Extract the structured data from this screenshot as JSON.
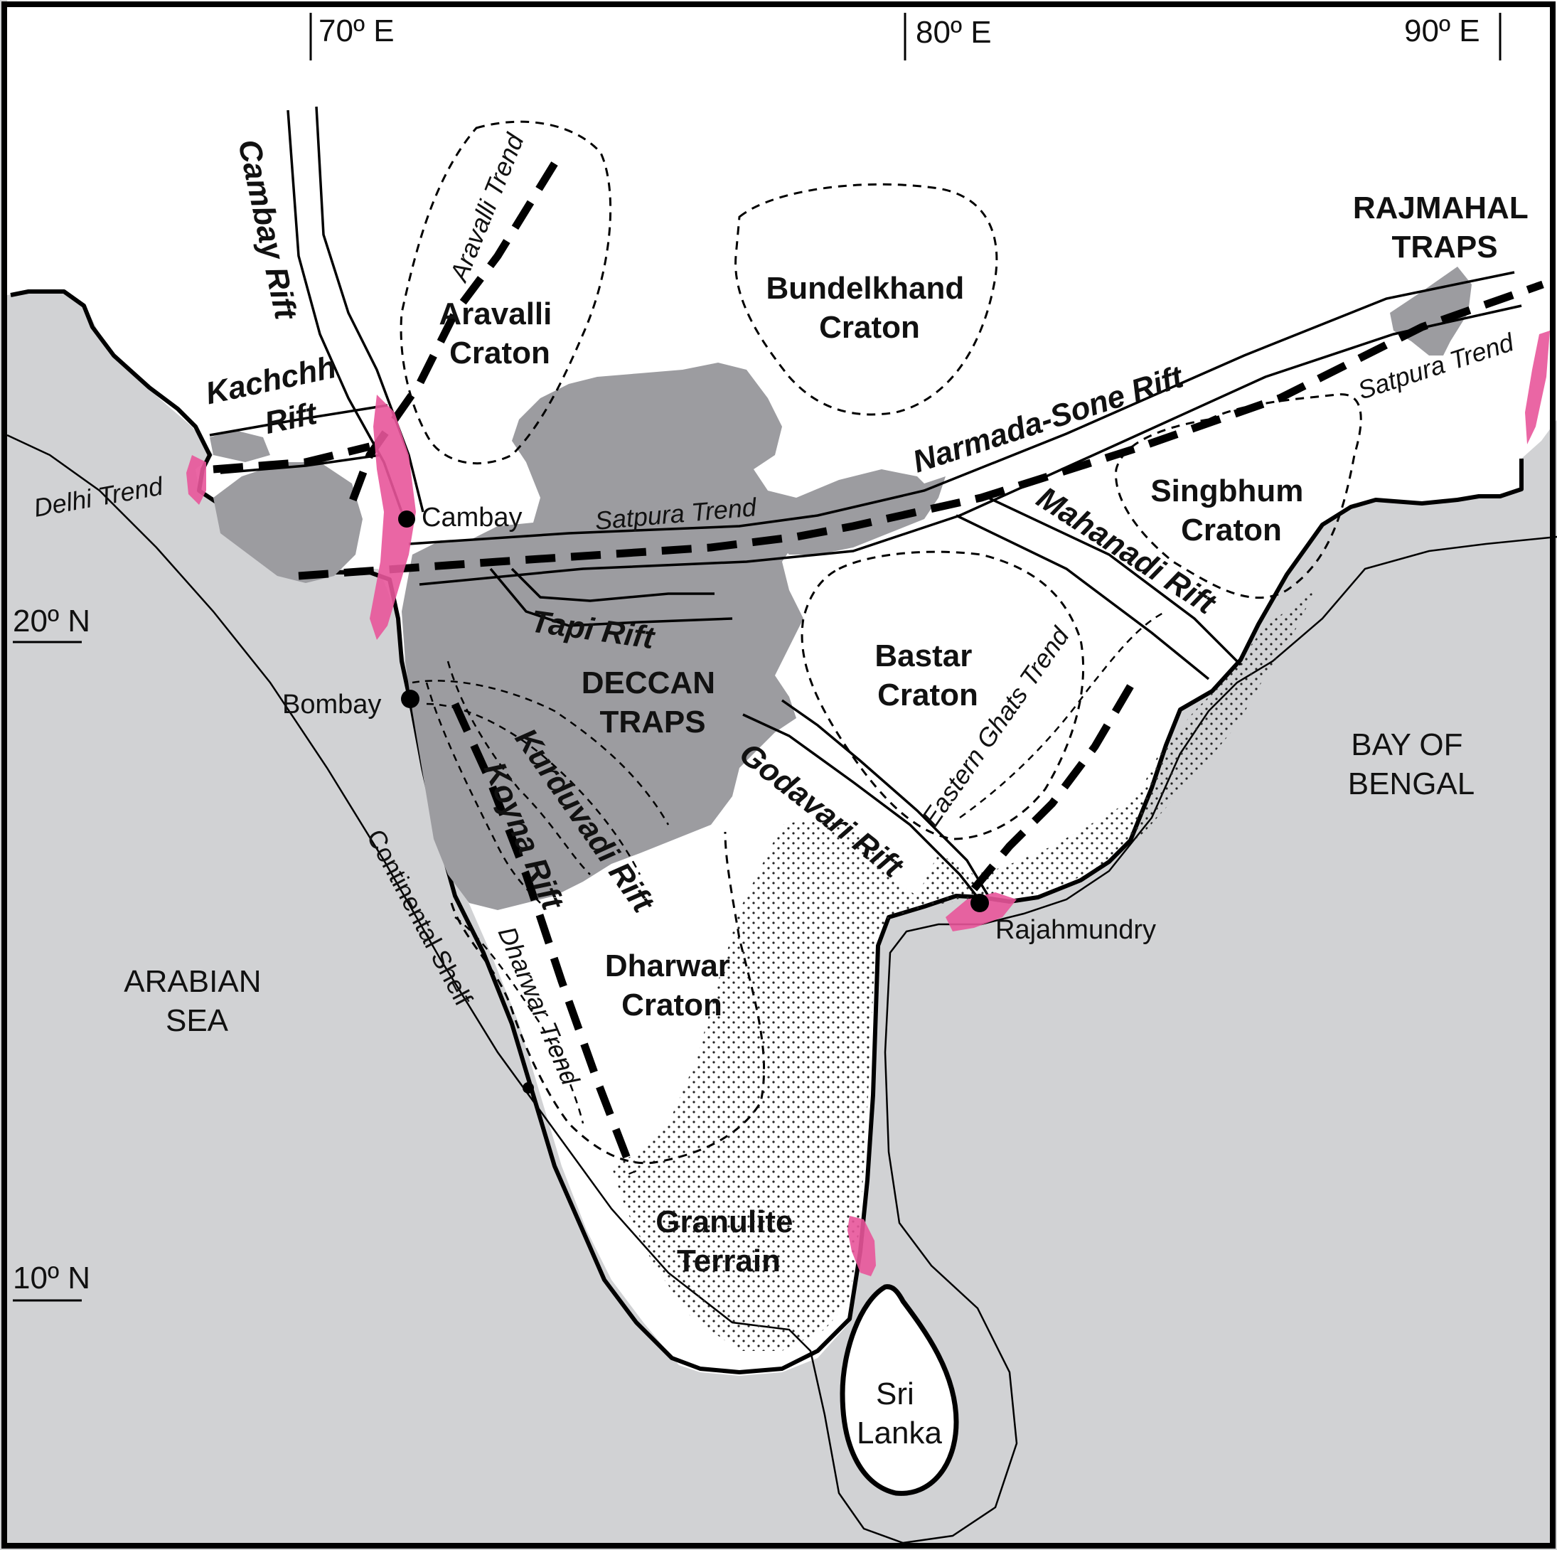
{
  "map": {
    "longitude_labels": [
      "70º E",
      "80º E",
      "90º E"
    ],
    "latitude_labels": [
      "20º N",
      "10º N"
    ],
    "seas": {
      "arabian_sea": [
        "ARABIAN",
        "SEA"
      ],
      "bay_of_bengal": [
        "BAY OF",
        "BENGAL"
      ]
    },
    "cratons": {
      "aravalli": [
        "Aravalli",
        "Craton"
      ],
      "bundelkhand": [
        "Bundelkhand",
        "Craton"
      ],
      "singbhum": [
        "Singbhum",
        "Craton"
      ],
      "bastar": [
        "Bastar",
        "Craton"
      ],
      "dharwar": [
        "Dharwar",
        "Craton"
      ]
    },
    "traps": {
      "deccan": [
        "DECCAN",
        "TRAPS"
      ],
      "rajmahal": [
        "RAJMAHAL",
        "TRAPS"
      ]
    },
    "granulite": [
      "Granulite",
      "Terrain"
    ],
    "rifts": {
      "cambay": "Cambay Rift",
      "kachchh": [
        "Kachchh",
        "Rift"
      ],
      "narmada_sone": "Narmada-Sone Rift",
      "tapi": "Tapi Rift",
      "mahanadi": "Mahanadi Rift",
      "godavari": "Godavari Rift",
      "koyna": "Koyna Rift",
      "kurduvadi": "Kurduvadi Rift"
    },
    "trends": {
      "aravalli": "Aravalli Trend",
      "delhi": "Delhi Trend",
      "satpura_west": "Satpura Trend",
      "satpura_east": "Satpura Trend",
      "eastern_ghats": "Eastern Ghats Trend",
      "dharwar": "Dharwar Trend"
    },
    "places": {
      "cambay": "Cambay",
      "bombay": "Bombay",
      "rajahmundry": "Rajahmundry"
    },
    "other": {
      "continental_shelf": "Continental Shelf",
      "sri_lanka": [
        "Sri",
        "Lanka"
      ]
    },
    "colors": {
      "sea": "#d1d2d4",
      "land": "#ffffff",
      "traps": "#9c9ca0",
      "volcanic_highlight": "#e8559a",
      "line": "#000000"
    }
  }
}
